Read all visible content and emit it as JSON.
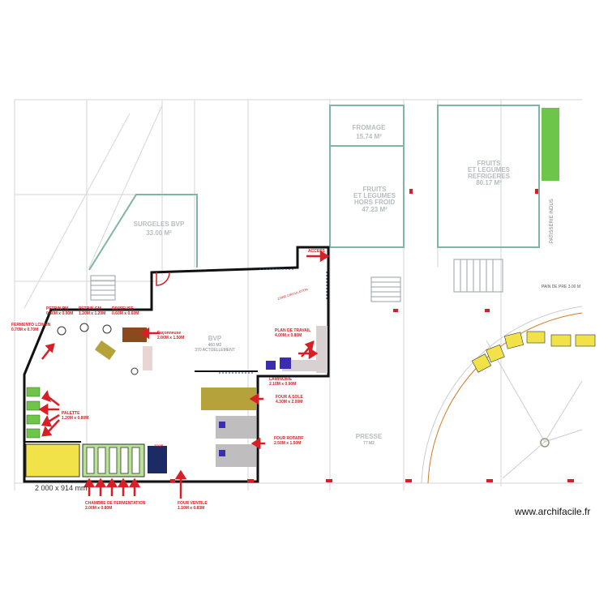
{
  "rooms": {
    "fromage": {
      "name": "FROMAGE",
      "area": "15.74 M²"
    },
    "fruits_froid": {
      "name_lines": [
        "FRUITS",
        "ET LEGUMES",
        "REFRIGERES"
      ],
      "area": "80.17 M²"
    },
    "fruits_hors": {
      "name_lines": [
        "FRUITS",
        "ET LEGUMES",
        "HORS FROID"
      ],
      "area": "47.23 M²"
    },
    "surgeles": {
      "name": "SURGELES BVP",
      "area": "33.00 M²"
    },
    "bvp": {
      "name": "BVP",
      "sub1": "460 M2",
      "sub2": "370 ACTUELLEMENT"
    },
    "presse": {
      "name": "PRESSE",
      "sub": "77 M2"
    },
    "patisserie": {
      "name": "PATISSERIE INDUS"
    },
    "pain_ligne": {
      "name": "PAIN DE PRE 3.00 M"
    }
  },
  "equipment_labels": [
    {
      "id": "petrin-pm",
      "lines": [
        "PETRIN PM",
        "0.60M x 0.90M"
      ]
    },
    {
      "id": "petrin-gm",
      "lines": [
        "PETRIN GM",
        "1.20M x 1.20M"
      ]
    },
    {
      "id": "diviseuse",
      "lines": [
        "DIVISEUSE",
        "0.60M x 0.60M"
      ]
    },
    {
      "id": "fermento",
      "lines": [
        "FERMENTO LCHAIN",
        "0.70M x 0.70M"
      ]
    },
    {
      "id": "faconneuse",
      "lines": [
        "Façonneuse",
        "2.00M x 1.50M"
      ]
    },
    {
      "id": "plan-travail",
      "lines": [
        "PLAN DE TRAVAIL",
        "4.00M x 0.80M"
      ]
    },
    {
      "id": "laminoire",
      "lines": [
        "LAMINOIRE",
        "2.10M x 0.90M"
      ]
    },
    {
      "id": "palette",
      "lines": [
        "PALETTE",
        "1.20M x 0.80M"
      ]
    },
    {
      "id": "four-sole",
      "lines": [
        "FOUR A SOLE",
        "4.30M x 2.00M"
      ]
    },
    {
      "id": "four-rotatif",
      "lines": [
        "FOUR ROTATIF",
        "2.50M x 1.50M"
      ]
    },
    {
      "id": "chambre",
      "lines": [
        "CHAMBRE DE FERMENTATION",
        "2.00M x 0.80M"
      ]
    },
    {
      "id": "four-ventile",
      "lines": [
        "FOUR VENTILE",
        "1.10M x 0.83M"
      ]
    }
  ],
  "misc": {
    "acces": "ACCESS",
    "zone_circ": "ZONE CIRCULATION",
    "tour": "TOUR",
    "scale": "2 000 x 914 mm",
    "watermark": "www.archifacile.fr"
  },
  "colors": {
    "wall": "#111111",
    "red": "#d81f26",
    "green_room": "#7fb5a6",
    "olive": "#b5a23a",
    "brown": "#8a4a1e",
    "purple": "#3a2db0",
    "yellow": "#f2e24a",
    "green_box": "#6dc54a",
    "navy": "#1c2a66"
  }
}
